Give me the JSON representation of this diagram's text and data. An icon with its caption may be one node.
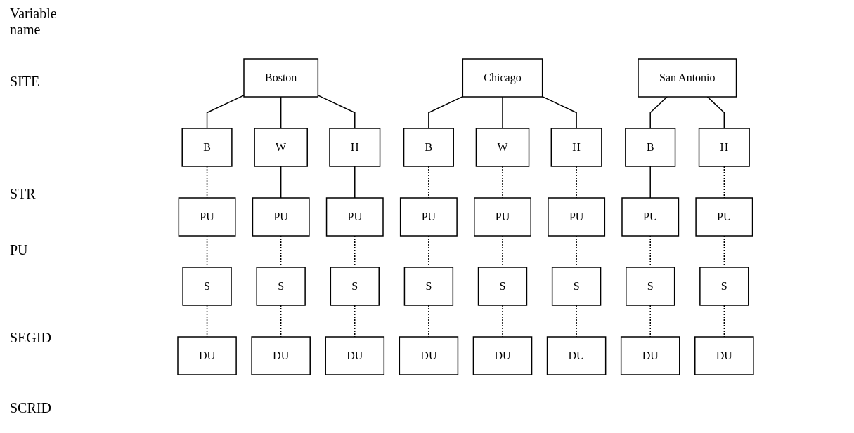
{
  "diagram": {
    "nodes": [
      {
        "text": [
          "Boston"
        ]
      },
      {
        "text": [
          "Chicago"
        ]
      },
      {
        "text": [
          "San Antonio"
        ]
      },
      {
        "text": [
          "B"
        ]
      },
      {
        "text": [
          "W"
        ]
      },
      {
        "text": [
          "H"
        ]
      },
      {
        "text": [
          "B"
        ]
      },
      {
        "text": [
          "W"
        ]
      },
      {
        "text": [
          "H"
        ]
      },
      {
        "text": [
          "B"
        ]
      },
      {
        "text": [
          "H"
        ]
      },
      {
        "text": [
          "PU"
        ]
      },
      {
        "text": [
          "PU"
        ]
      },
      {
        "text": [
          "PU"
        ]
      },
      {
        "text": [
          "PU"
        ]
      },
      {
        "text": [
          "PU"
        ]
      },
      {
        "text": [
          "PU"
        ]
      },
      {
        "text": [
          "PU"
        ]
      },
      {
        "text": [
          "PU"
        ]
      },
      {
        "text": [
          "S"
        ]
      },
      {
        "text": [
          "S"
        ]
      },
      {
        "text": [
          "S"
        ]
      },
      {
        "text": [
          "S"
        ]
      },
      {
        "text": [
          "S"
        ]
      },
      {
        "text": [
          "S"
        ]
      },
      {
        "text": [
          "S"
        ]
      },
      {
        "text": [
          "S"
        ]
      },
      {
        "text": [
          "DU"
        ]
      },
      {
        "text": [
          "DU"
        ]
      },
      {
        "text": [
          "DU"
        ]
      },
      {
        "text": [
          "DU"
        ]
      },
      {
        "text": [
          "DU"
        ]
      },
      {
        "text": [
          "DU"
        ]
      },
      {
        "text": [
          "DU"
        ]
      },
      {
        "text": [
          "DU"
        ]
      }
    ],
    "edges": [
      {
        "from": 0,
        "to": 3,
        "arrow": "none"
      },
      {
        "from": 0,
        "to": 4,
        "arrow": "none"
      },
      {
        "from": 0,
        "to": 5,
        "arrow": "none"
      },
      {
        "from": 1,
        "to": 6,
        "arrow": "none"
      },
      {
        "from": 1,
        "to": 7,
        "arrow": "none"
      },
      {
        "from": 1,
        "to": 8,
        "arrow": "none"
      },
      {
        "from": 2,
        "to": 9,
        "arrow": "none"
      },
      {
        "from": 2,
        "to": 10,
        "arrow": "none"
      },
      {
        "from": 3,
        "to": 11,
        "arrow": "none",
        "style": "dashed"
      },
      {
        "from": 4,
        "to": 12,
        "arrow": "none"
      },
      {
        "from": 5,
        "to": 13,
        "arrow": "none"
      },
      {
        "from": 6,
        "to": 14,
        "arrow": "none",
        "style": "dashed"
      },
      {
        "from": 7,
        "to": 15,
        "arrow": "none",
        "style": "dashed"
      },
      {
        "from": 8,
        "to": 16,
        "arrow": "none",
        "style": "dashed"
      },
      {
        "from": 9,
        "to": 17,
        "arrow": "none"
      },
      {
        "from": 10,
        "to": 18,
        "arrow": "none",
        "style": "dashed"
      },
      {
        "from": 11,
        "to": 19,
        "arrow": "none",
        "style": "dashed"
      },
      {
        "from": 12,
        "to": 20,
        "arrow": "none",
        "style": "dashed"
      },
      {
        "from": 13,
        "to": 21,
        "arrow": "none",
        "style": "dashed"
      },
      {
        "from": 14,
        "to": 22,
        "arrow": "none",
        "style": "dashed"
      },
      {
        "from": 15,
        "to": 23,
        "arrow": "none",
        "style": "dashed"
      },
      {
        "from": 16,
        "to": 24,
        "arrow": "none",
        "style": "dashed"
      },
      {
        "from": 17,
        "to": 25,
        "arrow": "none",
        "style": "dashed"
      },
      {
        "from": 18,
        "to": 26,
        "arrow": "none",
        "style": "dashed"
      },
      {
        "from": 19,
        "to": 27,
        "arrow": "none",
        "style": "dashed"
      },
      {
        "from": 20,
        "to": 28,
        "arrow": "none",
        "style": "dashed"
      },
      {
        "from": 21,
        "to": 29,
        "arrow": "none",
        "style": "dashed"
      },
      {
        "from": 22,
        "to": 30,
        "arrow": "none",
        "style": "dashed"
      },
      {
        "from": 23,
        "to": 31,
        "arrow": "none",
        "style": "dashed"
      },
      {
        "from": 24,
        "to": 32,
        "arrow": "none",
        "style": "dashed"
      },
      {
        "from": 25,
        "to": 33,
        "arrow": "none",
        "style": "dashed"
      },
      {
        "from": 26,
        "to": 34,
        "arrow": "none",
        "style": "dashed"
      }
    ],
    "labels": [
      "Variable name",
      "SITE",
      "STR",
      "PU",
      "SEGID",
      "SCRID"
    ]
  }
}
